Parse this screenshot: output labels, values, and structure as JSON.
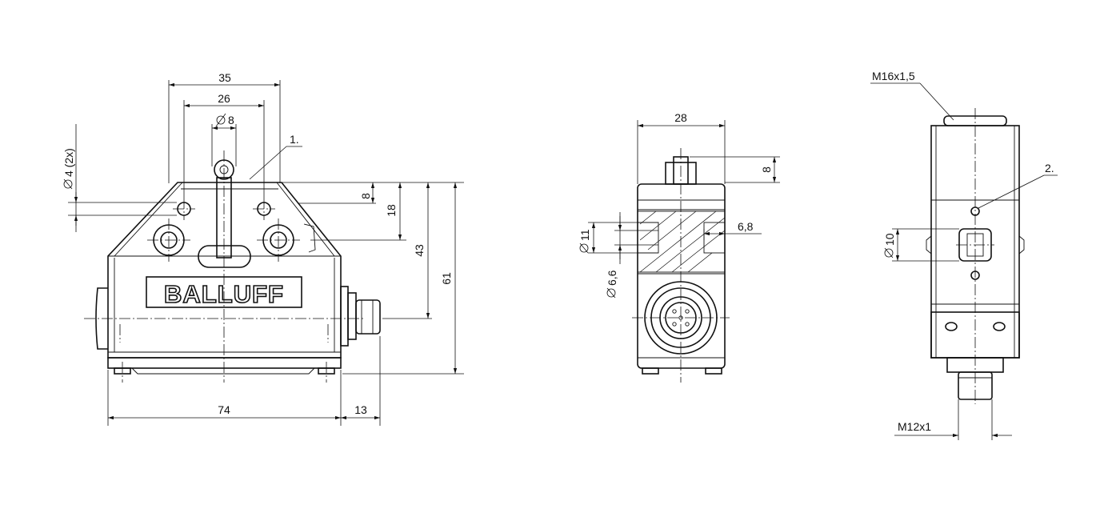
{
  "brand": "BALLUFF",
  "front_view": {
    "dim_width_top": "35",
    "dim_hole_spacing": "26",
    "dim_roller_dia": "8",
    "dim_hole_dia": "4 (2x)",
    "dim_height_8": "8",
    "dim_height_18": "18",
    "dim_height_43": "43",
    "dim_height_61": "61",
    "dim_width_body": "74",
    "dim_connector": "13",
    "callout_1": "1."
  },
  "side_view": {
    "dim_width": "28",
    "dim_height_8": "8",
    "dim_dia_11": "11",
    "dim_dia_6_6": "6,6",
    "dim_6_8": "6,8"
  },
  "right_view": {
    "thread_top": "M16x1,5",
    "thread_bottom": "M12x1",
    "dim_dia_10": "10",
    "callout_2": "2."
  }
}
